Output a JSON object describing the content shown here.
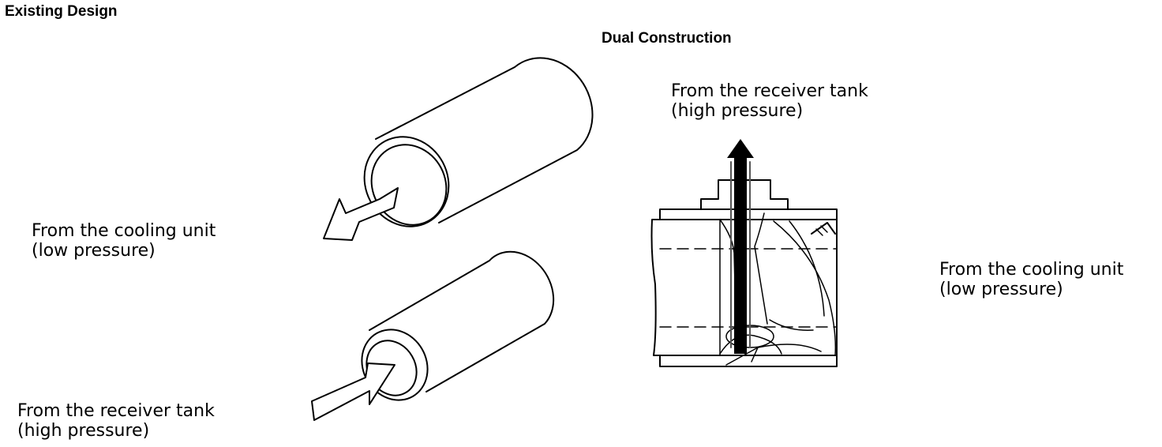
{
  "headings": {
    "existing_design": "Existing Design",
    "dual_construction": "Dual Construction"
  },
  "existing": {
    "cooling_label": {
      "line1": "From the cooling unit",
      "line2": "(low pressure)"
    },
    "receiver_label": {
      "line1": "From the receiver tank",
      "line2": "(high pressure)"
    }
  },
  "dual": {
    "receiver_label": {
      "line1": "From the receiver tank",
      "line2": "(high pressure)"
    },
    "cooling_label": {
      "line1": "From the cooling unit",
      "line2": "(low pressure)"
    }
  }
}
